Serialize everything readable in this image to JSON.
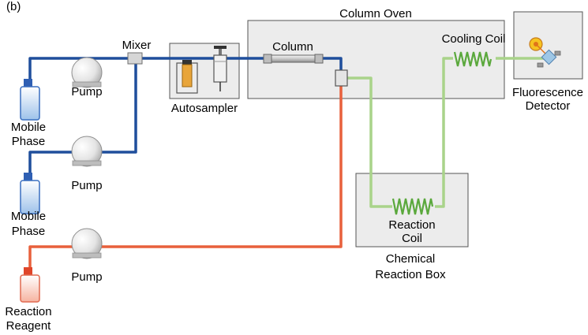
{
  "panel_label": "(b)",
  "boxes": {
    "column_oven": "Column Oven",
    "fluorescence_detector": [
      "Fluorescence",
      "Detector"
    ],
    "autosampler": "Autosampler",
    "chemical_reaction_box": [
      "Chemical",
      "Reaction Box"
    ]
  },
  "labels": {
    "mixer": "Mixer",
    "column": "Column",
    "cooling_coil": "Cooling Coil",
    "reaction_coil": [
      "Reaction",
      "Coil"
    ],
    "pump_1": "Pump",
    "pump_2": "Pump",
    "pump_3": "Pump",
    "mobile_phase_1": [
      "Mobile",
      "Phase"
    ],
    "mobile_phase_2": [
      "Mobile",
      "Phase"
    ],
    "reaction_reagent": [
      "Reaction",
      "Reagent"
    ]
  },
  "colors": {
    "mobile_phase_line": "#1f4e9c",
    "reagent_line": "#e8603c",
    "post_column_line": "#a9d38a",
    "coil": "#5aa83c",
    "box_fill": "#ececec"
  }
}
